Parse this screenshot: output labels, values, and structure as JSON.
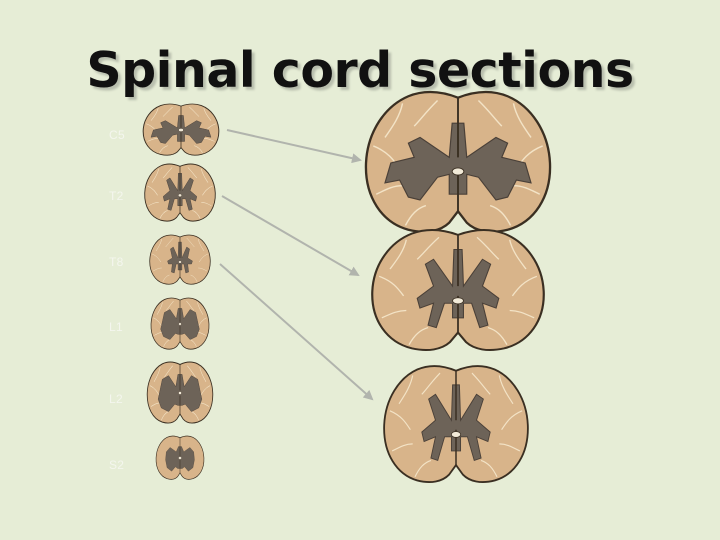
{
  "slide": {
    "title": "Spinal cord sections",
    "levels": [
      "C5",
      "T2",
      "T8",
      "L1",
      "L2",
      "S2"
    ]
  },
  "colors": {
    "background": "#e6edd6",
    "white_matter": "#d8b48a",
    "grey_matter": "#6d6358",
    "outline": "#3a2f22",
    "arrow": "#b1b4ad"
  }
}
